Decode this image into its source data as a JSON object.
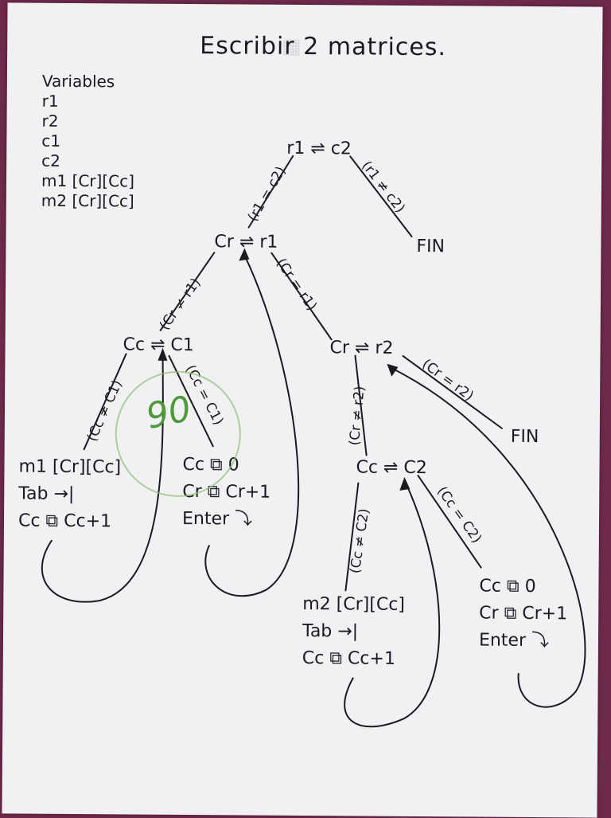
{
  "title": "Escribir 2 matrices.",
  "variables": {
    "header": "Variables",
    "items": [
      "r1",
      "r2",
      "c1",
      "c2",
      "m1 [Cr][Cc]",
      "m2 [Cr][Cc]"
    ]
  },
  "nodes": {
    "root": "r1 ⇌ c2",
    "cr_r1": "Cr ⇌ r1",
    "cc_c1": "Cc ⇌ C1",
    "cr_r2": "Cr ⇌ r2",
    "cc_c2": "Cc ⇌ C2"
  },
  "edges": {
    "root_eq": "(r1 = c2)",
    "root_neq": "(r1 ≠ c2)",
    "cr_r1_neq": "(Cr ≠ r1)",
    "cr_r1_eq": "(Cr = r1)",
    "cc_c1_neq": "(Cc ≠ C1)",
    "cc_c1_eq": "(Cc = C1)",
    "cr_r2_neq": "(Cr ≠ r2)",
    "cr_r2_eq": "(Cr = r2)",
    "cc_c2_neq": "(Cc ≠ C2)",
    "cc_c2_eq": "(Cc = C2)"
  },
  "fin": "FIN",
  "blocks": {
    "m1_write": [
      "m1 [Cr][Cc]",
      "Tab →|",
      "Cc ⧉ Cc+1"
    ],
    "c1_reset": [
      "Cc ⧉ 0",
      "Cr ⧉ Cr+1",
      "Enter ⤵"
    ],
    "m2_write": [
      "m2 [Cr][Cc]",
      "Tab →|",
      "Cc ⧉ Cc+1"
    ],
    "c2_reset": [
      "Cc ⧉ 0",
      "Cr ⧉ Cr+1",
      "Enter ⤵"
    ]
  },
  "grade": "90",
  "colors": {
    "ink": "#1b1b1f",
    "grade": "#4c9a3a",
    "paper": "#f1f0f2"
  }
}
